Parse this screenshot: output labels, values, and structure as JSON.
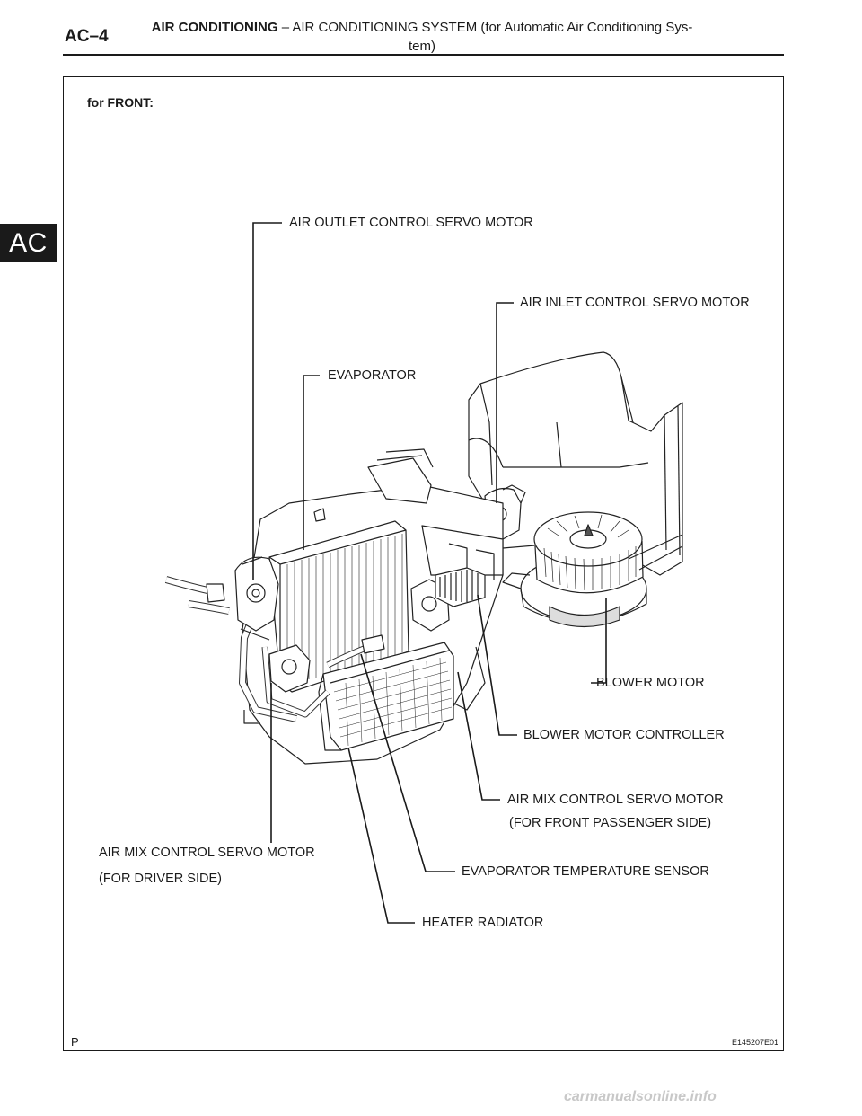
{
  "header": {
    "page_code": "AC–4",
    "title_bold": "AIR CONDITIONING",
    "title_rest": "– AIR CONDITIONING SYSTEM (for Automatic Air Conditioning Sys-",
    "title_line2": "tem)"
  },
  "side_tab": "AC",
  "figure": {
    "section_label": "for FRONT:",
    "callouts": {
      "air_outlet_servo": "AIR OUTLET CONTROL SERVO MOTOR",
      "air_inlet_servo": "AIR INLET CONTROL SERVO MOTOR",
      "evaporator": "EVAPORATOR",
      "blower_motor": "BLOWER MOTOR",
      "blower_controller": "BLOWER MOTOR CONTROLLER",
      "air_mix_passenger": "AIR MIX CONTROL SERVO MOTOR",
      "air_mix_passenger_note": "(FOR FRONT PASSENGER SIDE)",
      "air_mix_driver": "AIR MIX CONTROL SERVO MOTOR",
      "air_mix_driver_note": "(FOR DRIVER SIDE)",
      "evap_temp_sensor": "EVAPORATOR TEMPERATURE SENSOR",
      "heater_radiator": "HEATER RADIATOR"
    },
    "page_letter": "P",
    "figure_id": "E145207E01"
  },
  "watermark": "carmanualsonline.info"
}
